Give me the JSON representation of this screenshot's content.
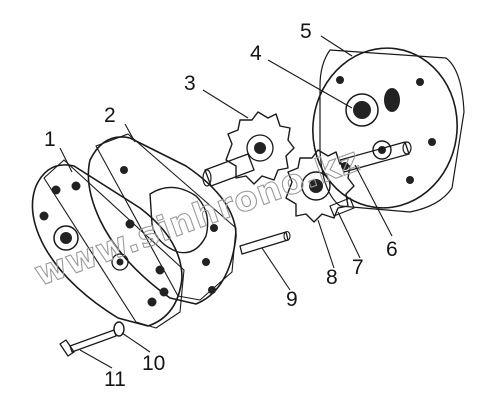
{
  "diagram": {
    "type": "exploded-assembly",
    "callouts": [
      "1",
      "2",
      "3",
      "4",
      "5",
      "6",
      "7",
      "8",
      "9",
      "10",
      "11"
    ]
  },
  "watermark": {
    "text": "www.sinhrono.kz"
  },
  "colors": {
    "ink": "#1a1a1a",
    "paper": "#ffffff",
    "shade": "#2b2b2b",
    "watermark": "#9a9a9a"
  }
}
